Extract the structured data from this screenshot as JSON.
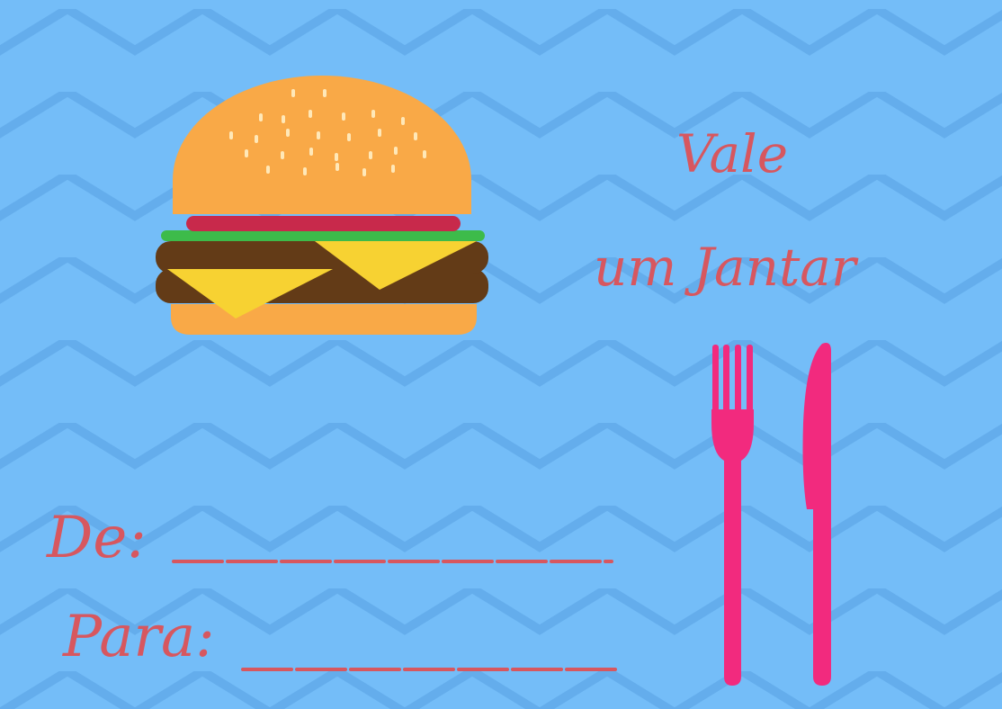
{
  "card": {
    "title_line1": "Vale",
    "title_line2": "um Jantar",
    "from_label": "De:",
    "to_label": "Para:"
  },
  "colors": {
    "background": "#74bdf8",
    "zigzag": "#5ea8e8",
    "text": "#d7575f",
    "cutlery": "#f22a7e",
    "bun": "#f9a947",
    "seeds": "#ffe8b8",
    "tomato": "#c8294b",
    "lettuce": "#3dbb4a",
    "patty": "#633b17",
    "cheese": "#f7d232"
  },
  "icons": [
    "hamburger-icon",
    "fork-icon",
    "knife-icon"
  ]
}
